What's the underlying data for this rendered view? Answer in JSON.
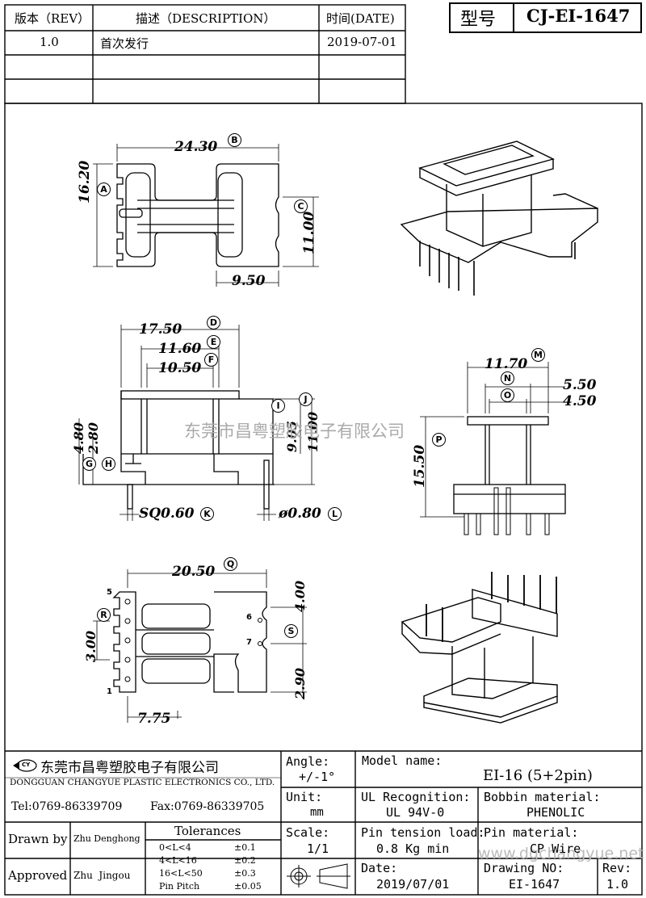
{
  "revision_table": {
    "headers": {
      "rev": "版本（REV）",
      "desc": "描述（DESCRIPTION）",
      "date": "时间(DATE)"
    },
    "rows": [
      {
        "rev": "1.0",
        "desc": "首次发行",
        "date": "2019-07-01"
      }
    ]
  },
  "model_box": {
    "label": "型号",
    "value": "CJ-EI-1647"
  },
  "dimensions": {
    "d_24_30": "24.30",
    "d_16_20": "16.20",
    "d_11_00": "11.00",
    "d_9_50": "9.50",
    "d_17_50": "17.50",
    "d_11_60": "11.60",
    "d_10_50": "10.50",
    "d_4_80": "4.80",
    "d_2_80": "2.80",
    "d_9_05": "9.05",
    "d_11_00b": "11.00",
    "d_sq060": "SQ0.60",
    "d_phi080": "ø0.80",
    "d_11_70": "11.70",
    "d_5_50": "5.50",
    "d_4_50": "4.50",
    "d_15_50": "15.50",
    "d_20_50": "20.50",
    "d_4_00": "4.00",
    "d_3_00": "3.00",
    "d_2_90": "2.90",
    "d_7_75": "7.75"
  },
  "markers": {
    "A": "A",
    "B": "B",
    "C": "C",
    "D": "D",
    "E": "E",
    "F": "F",
    "G": "G",
    "H": "H",
    "I": "I",
    "J": "J",
    "K": "K",
    "L": "L",
    "M": "M",
    "N": "N",
    "O": "O",
    "P": "P",
    "Q": "Q",
    "R": "R",
    "S": "S"
  },
  "pin_numbers": {
    "p5": "5",
    "p1": "1",
    "p6": "6",
    "p7": "7"
  },
  "watermark": "东莞市昌粤塑胶电子有限公司",
  "watermark_url": "www.dgchangyue.net",
  "company": {
    "logo_text": "CY",
    "name_cn": "东莞市昌粤塑胶电子有限公司",
    "name_en": "DONGGUAN CHANGYUE PLASTIC ELECTRONICS CO., LTD.",
    "tel": "Tel:0769-86339709",
    "fax": "Fax:0769-86339705"
  },
  "title_block": {
    "angle_label": "Angle:",
    "angle_value": "+/-1°",
    "unit_label": "Unit:",
    "unit_value": "mm",
    "scale_label": "Scale:",
    "scale_value": "1/1",
    "model_label": "Model name:",
    "model_value": "EI-16 (5+2pin)",
    "ul_label": "UL Recognition:",
    "ul_value": "UL 94V-0",
    "bobbin_label": "Bobbin material:",
    "bobbin_value": "PHENOLIC",
    "pin_tension_label": "Pin tension load:",
    "pin_tension_value": "0.8 Kg min",
    "pin_material_label": "Pin material:",
    "pin_material_value": "CP Wire",
    "date_label": "Date:",
    "date_value": "2019/07/01",
    "drawing_label": "Drawing NO:",
    "drawing_value": "EI-1647",
    "rev_label": "Rev:",
    "rev_value": "1.0",
    "drawn_by_label": "Drawn by",
    "drawn_by_value": "Zhu Denghong",
    "approved_label": "Approved",
    "approved_value": "Zhu  Jingou",
    "tolerances_title": "Tolerances",
    "tolerances": [
      {
        "range": "0<L<4",
        "value": "±0.1"
      },
      {
        "range": "4<L<16",
        "value": "±0.2"
      },
      {
        "range": "16<L<50",
        "value": "±0.3"
      },
      {
        "range": "Pin Pitch",
        "value": "±0.05"
      }
    ]
  }
}
